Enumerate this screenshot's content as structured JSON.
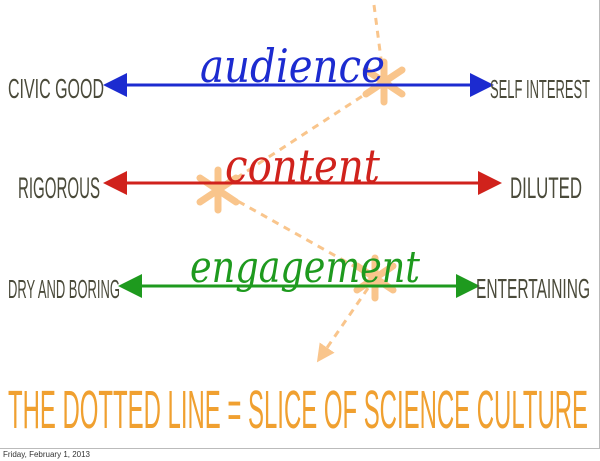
{
  "slide": {
    "rows": [
      {
        "word": "audience",
        "left": "CIVIC GOOD",
        "right": "SELF INTEREST",
        "color": "#1c2bd0"
      },
      {
        "word": "content",
        "left": "RIGOROUS",
        "right": "DILUTED",
        "color": "#d0221c"
      },
      {
        "word": "engagement",
        "left": "DRY AND BORING",
        "right": "ENTERTAINING",
        "color": "#1e9a1e"
      }
    ],
    "dotted_line_color": "#f9c58c",
    "caption": "THE DOTTED LINE = SLICE OF SCIENCE CULTURE",
    "caption_color": "#f0a030"
  },
  "footer": {
    "date": "Friday, February 1, 2013"
  }
}
